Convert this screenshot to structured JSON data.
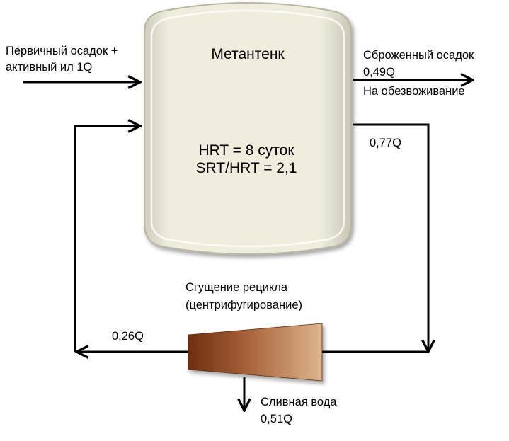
{
  "tank": {
    "title": "Метантенк",
    "hrt": "HRT = 8 суток",
    "srt_hrt": "SRT/HRT = 2,1"
  },
  "inlet": {
    "line1": "Первичный осадок +",
    "line2": "активный ил   1Q"
  },
  "outlet": {
    "line1": "Сброженный осадок",
    "line2": "0,49Q",
    "line3": "На обезвоживание"
  },
  "to_thickener": {
    "flow": "0,77Q"
  },
  "thickener": {
    "line1": "Сгущение рецикла",
    "line2": "(центрифугирование)"
  },
  "recycle": {
    "flow": "0,26Q"
  },
  "drain": {
    "line1": "Сливная вода",
    "line2": "0,51Q"
  },
  "colors": {
    "tank_fill": "#efedde",
    "tank_edge": "#b9b6a4",
    "centrifuge_dark": "#6f2e10",
    "centrifuge_light": "#ddb58e",
    "arrow": "#000000"
  }
}
